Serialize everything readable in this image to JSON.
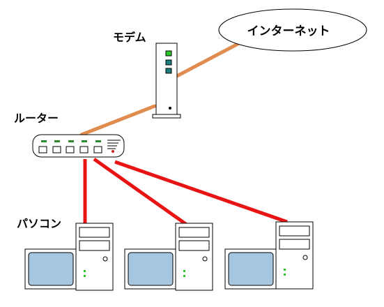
{
  "labels": {
    "internet": "インターネット",
    "modem": "モデム",
    "router": "ルーター",
    "pc": "パソコン"
  },
  "colors": {
    "wan_cable": "#e08c4e",
    "lan_cable": "#e81414",
    "monitor_screen": "#a6c6e0",
    "led_green": "#28c828",
    "led_teal": "#1e7f7f",
    "power_led": "#cc2020"
  },
  "nodes": [
    {
      "id": "internet",
      "type": "cloud"
    },
    {
      "id": "modem",
      "type": "modem"
    },
    {
      "id": "router",
      "type": "router"
    },
    {
      "id": "pc-1",
      "type": "pc"
    },
    {
      "id": "pc-2",
      "type": "pc"
    },
    {
      "id": "pc-3",
      "type": "pc"
    }
  ],
  "links": [
    {
      "from": "internet",
      "to": "modem",
      "kind": "wan"
    },
    {
      "from": "modem",
      "to": "router",
      "kind": "wan"
    },
    {
      "from": "router",
      "to": "pc-1",
      "kind": "lan"
    },
    {
      "from": "router",
      "to": "pc-2",
      "kind": "lan"
    },
    {
      "from": "router",
      "to": "pc-3",
      "kind": "lan"
    }
  ]
}
